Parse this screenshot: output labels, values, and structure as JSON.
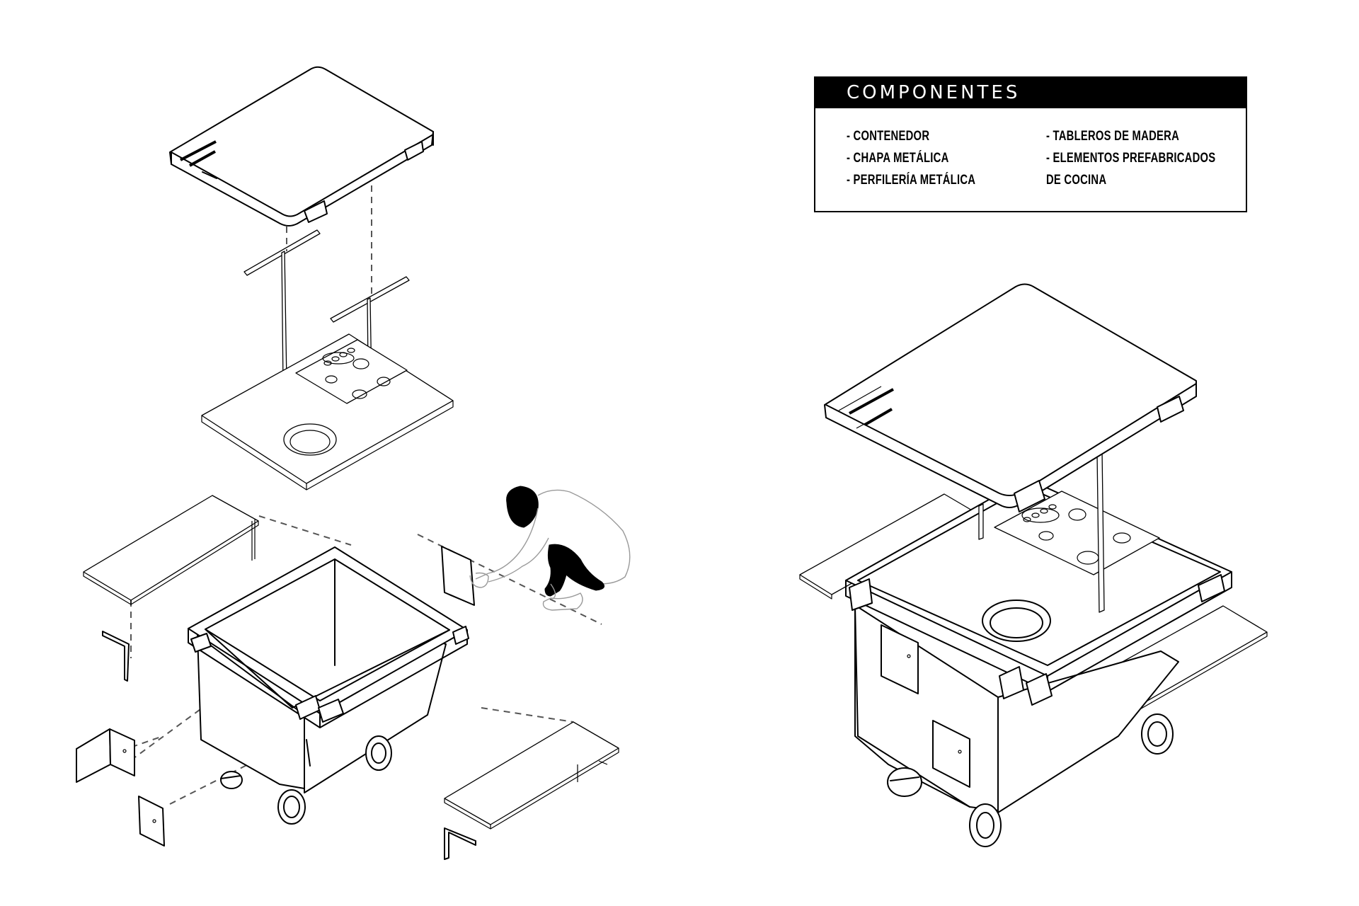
{
  "legend": {
    "title": "COMPONENTES",
    "column_left": [
      "- CONTENEDOR",
      "- CHAPA METÁLICA",
      "- PERFILERÍA METÁLICA"
    ],
    "column_right": [
      "- TABLEROS DE MADERA",
      "- ELEMENTOS PREFABRICADOS",
      "DE COCINA"
    ]
  },
  "colors": {
    "ink": "#000000",
    "paper": "#ffffff",
    "dashed_guides": "#555555",
    "figure_outline": "#9a9a9a"
  }
}
